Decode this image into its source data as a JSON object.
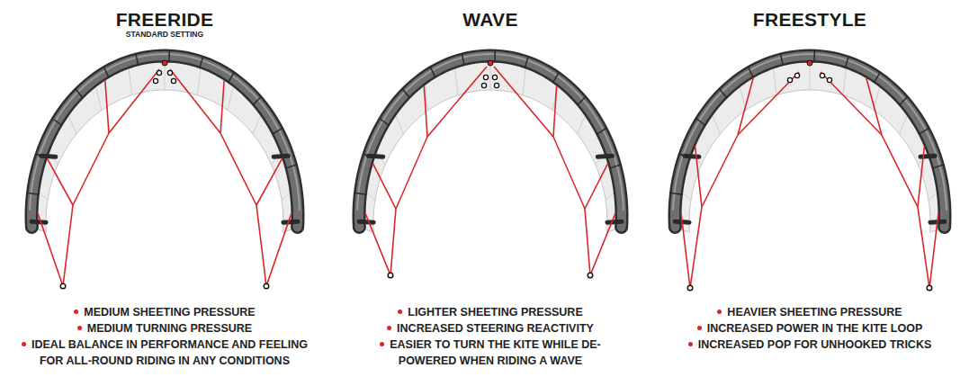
{
  "diagram": {
    "labels": [
      "FREERIDE",
      "STANDARD SETTING",
      "MEDIUM SHEETING PRESSURE",
      "MEDIUM TURNING PRESSURE",
      "IDEAL BALANCE IN PERFORMANCE AND FEELING FOR ALL-ROUND RIDING IN ANY CONDITIONS",
      "WAVE",
      "LIGHTER SHEETING PRESSURE",
      "INCREASED STEERING REACTIVITY",
      "EASIER TO TURN THE KITE WHILE DE-POWERED WHEN RIDING A WAVE",
      "FREESTYLE",
      "HEAVIER SHEETING PRESSURE",
      "INCREASED POWER IN THE KITE LOOP",
      "INCREASED POP FOR UNHOOKED TRICKS"
    ]
  }
}
